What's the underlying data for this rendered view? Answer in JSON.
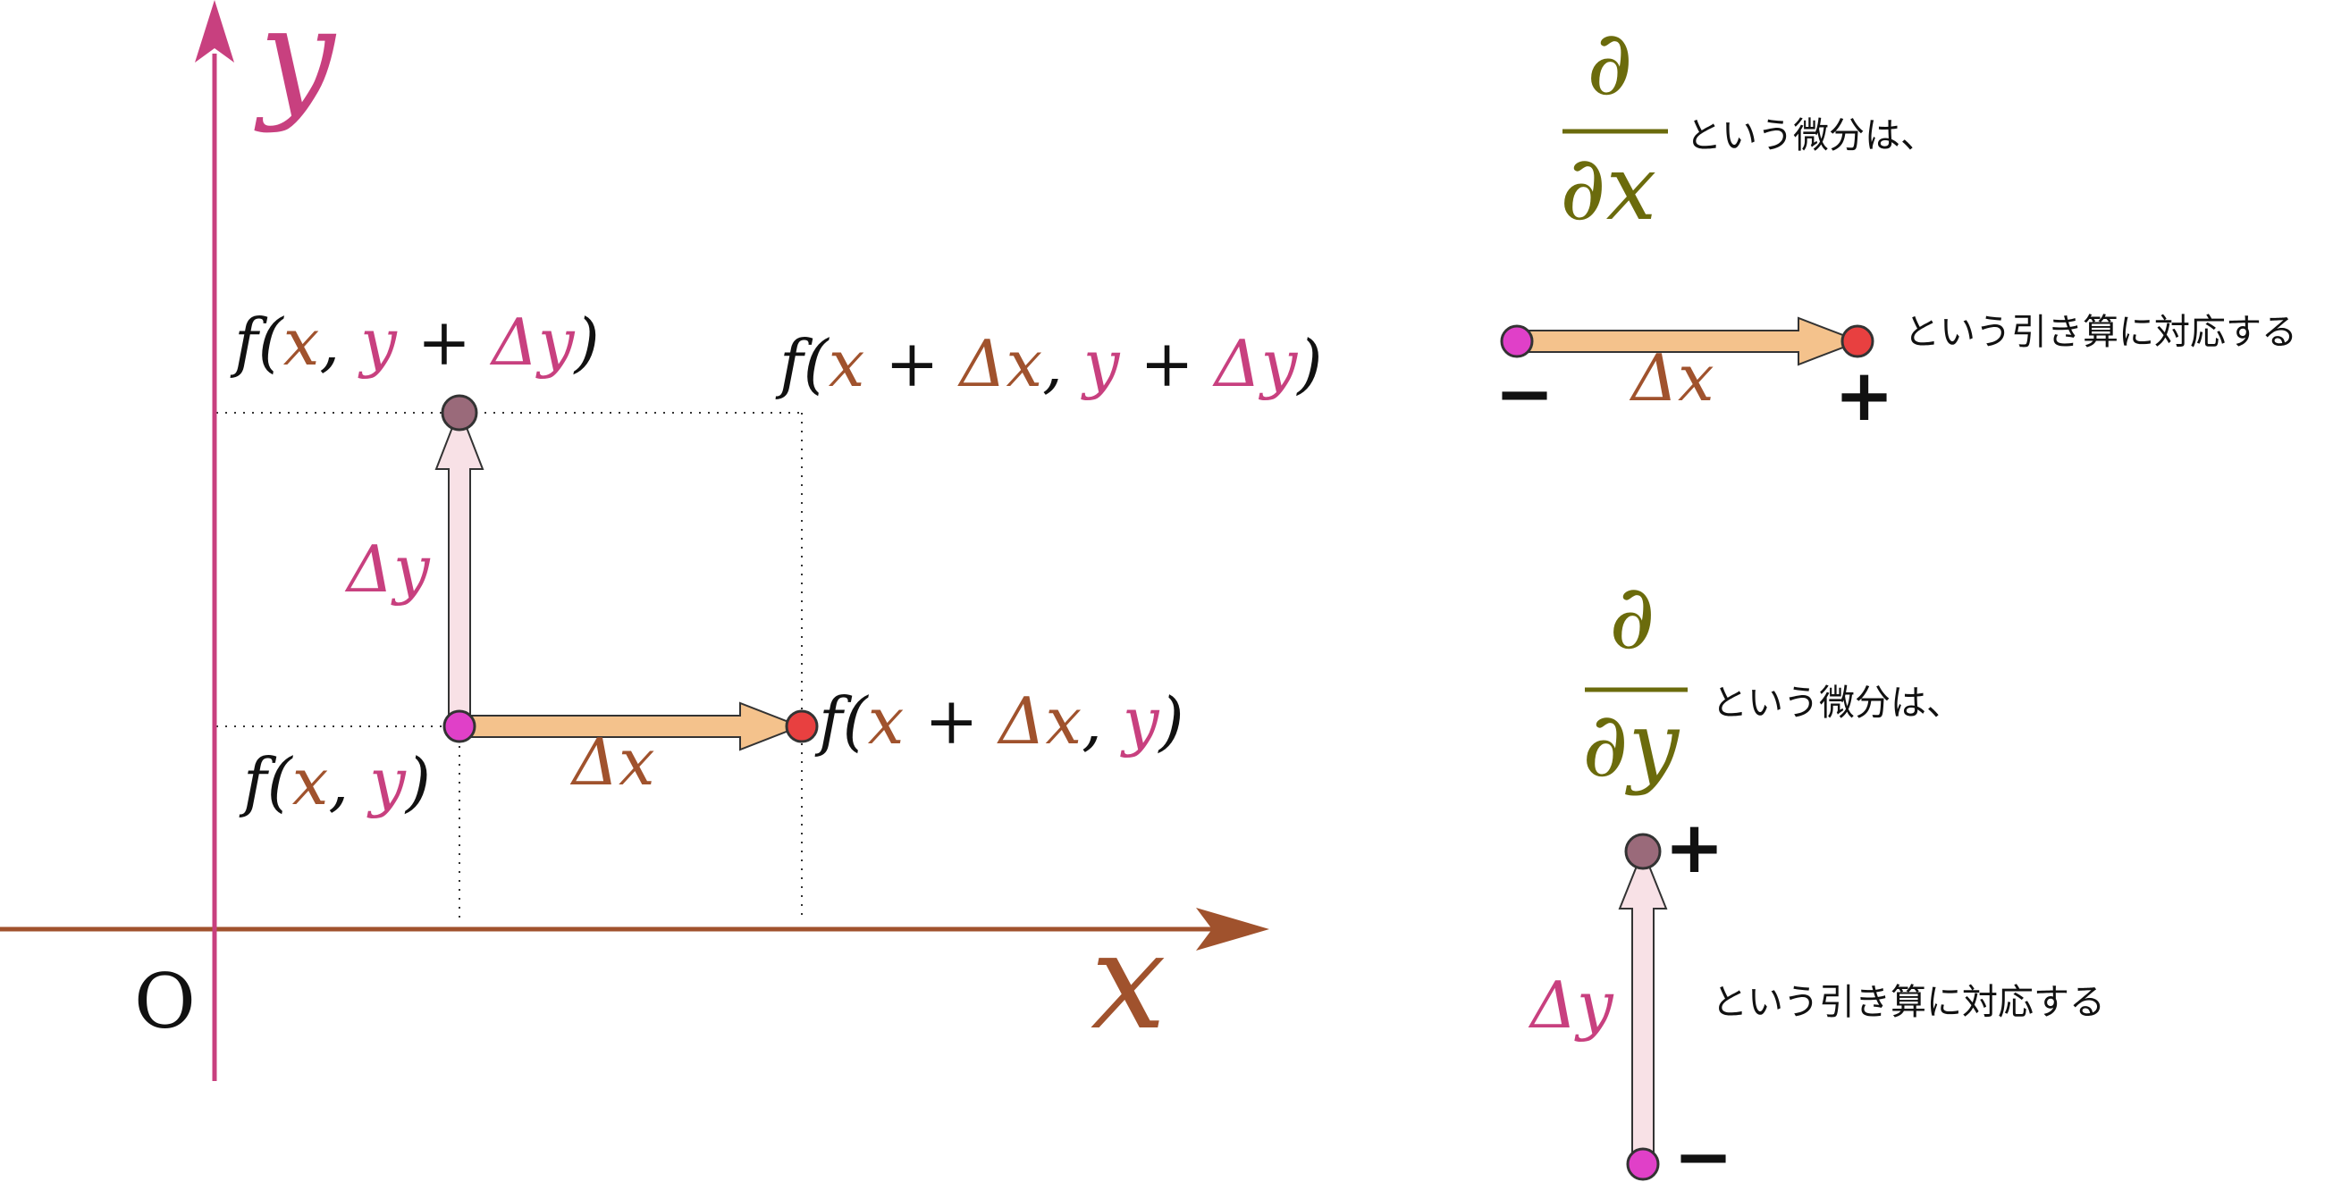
{
  "colors": {
    "x_brown": "#a0522d",
    "y_pink": "#c8407f",
    "partial_olive": "#6b6b0c",
    "black": "#111111",
    "arrow_x_fill": "#f4c28c",
    "arrow_y_fill": "#f8e1e6",
    "point_start": "#e040c8",
    "point_end_x": "#e84040",
    "point_end_y": "#9a6a7a"
  },
  "axes": {
    "origin_label": "O",
    "x_label": "x",
    "y_label": "y"
  },
  "points": {
    "p00": [
      "f(",
      "x",
      ", ",
      "y",
      ")"
    ],
    "p10": [
      "f(",
      "x",
      " + ",
      "Δx",
      ", ",
      "y",
      ")"
    ],
    "p01": [
      "f(",
      "x",
      ", ",
      "y",
      " + ",
      "Δy",
      ")"
    ],
    "p11": [
      "f(",
      "x",
      " + ",
      "Δx",
      ", ",
      "y",
      " + ",
      "Δy",
      ")"
    ]
  },
  "deltas": {
    "dx": "Δx",
    "dy": "Δy"
  },
  "legend": {
    "partial_symbol": "∂",
    "denominator_x": "∂x",
    "denominator_y": "∂y",
    "differential_text": "という微分は、",
    "subtraction_text": "という引き算に対応する",
    "plus": "+",
    "minus": "−"
  }
}
